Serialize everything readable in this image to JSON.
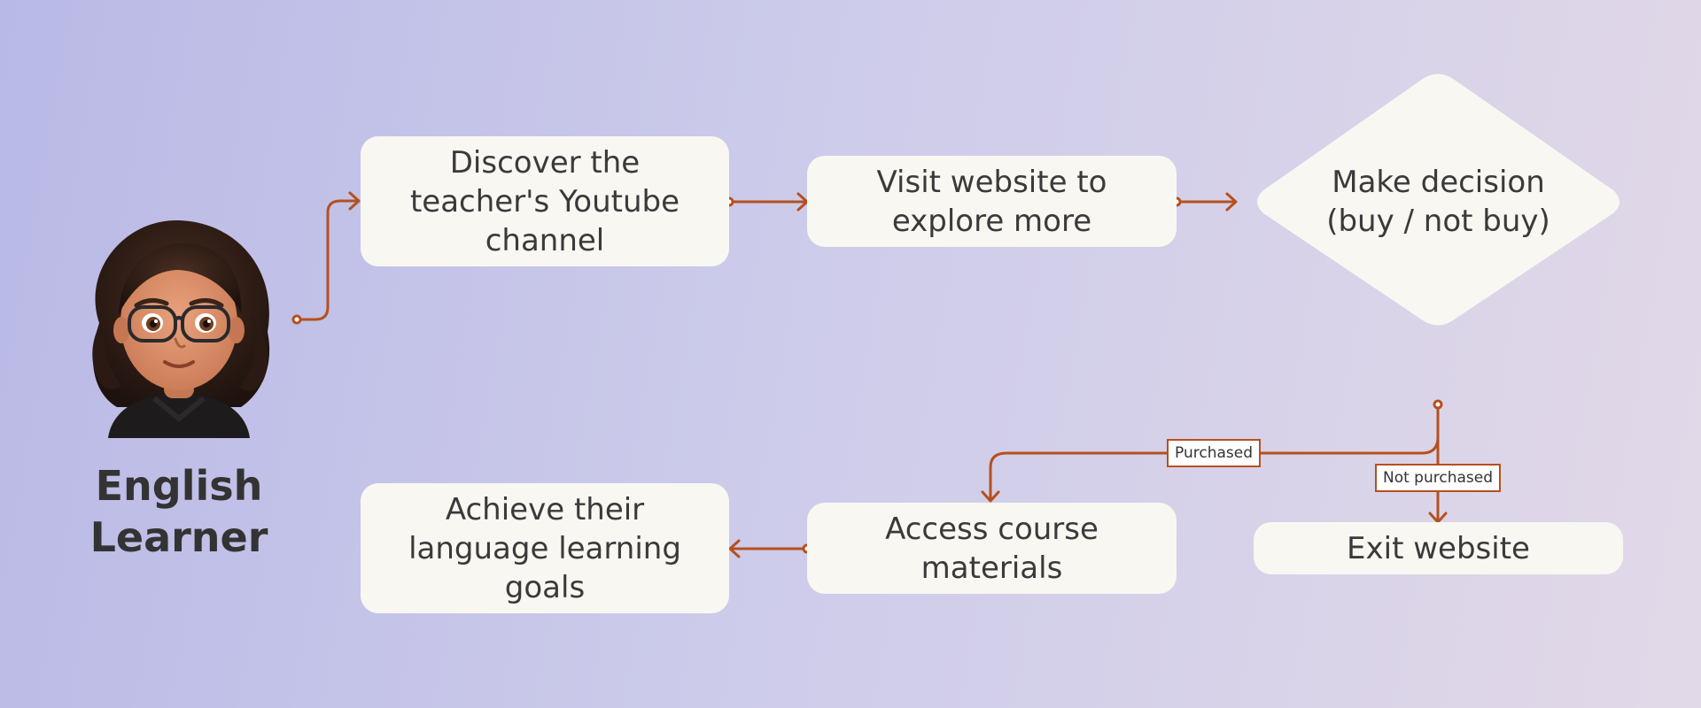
{
  "actor": {
    "label": "English\nLearner"
  },
  "nodes": {
    "discover": "Discover the\nteacher's Youtube\nchannel",
    "visit": "Visit website to\nexplore more",
    "decision": "Make decision\n(buy / not buy)",
    "access": "Access course\nmaterials",
    "achieve": "Achieve their\nlanguage learning\ngoals",
    "exit": "Exit website"
  },
  "edges": {
    "purchased": "Purchased",
    "not_purchased": "Not purchased"
  },
  "colors": {
    "connector": "#b5501e",
    "node_fill": "#f9f7f2",
    "text": "#3a3a3a"
  }
}
